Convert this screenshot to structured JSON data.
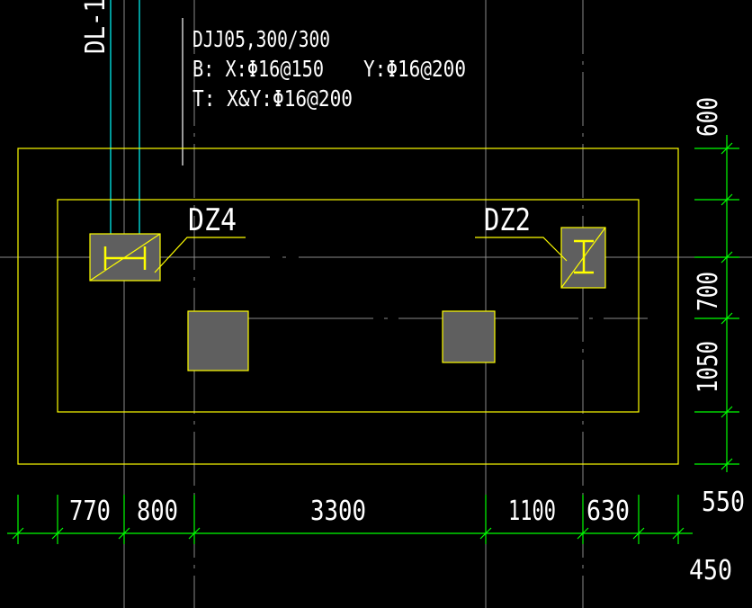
{
  "annotation": {
    "line1": "DJJ05,300/300",
    "line2_b": "B:  X:Φ16@150",
    "line2_y": "Y:Φ16@200",
    "line3": "T:  X&Y:Φ16@200"
  },
  "labels": {
    "beam": "DL-1",
    "column_left": "DZ4",
    "column_right": "DZ2"
  },
  "dims_horizontal": [
    "770",
    "800",
    "3300",
    "1100",
    "630",
    "550",
    "450"
  ],
  "dims_vertical": [
    "600",
    "700",
    "1050"
  ],
  "colors": {
    "background": "#000000",
    "outline": "#ffff00",
    "dimension": "#00ff00",
    "axis": "#8a8a8a",
    "rebar_line": "#00ffff",
    "fill": "#5f5f5f",
    "text": "#ffffff"
  }
}
